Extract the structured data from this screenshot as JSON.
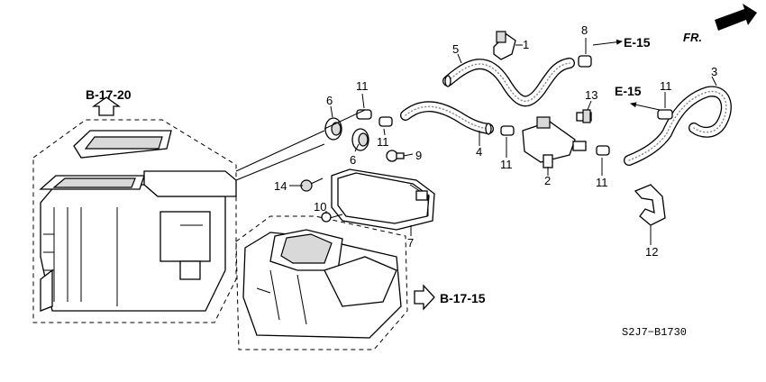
{
  "diagram": {
    "references": {
      "b1720": "B-17-20",
      "b1715": "B-17-15",
      "e15_top": "E-15",
      "e15_mid": "E-15"
    },
    "direction_label": "FR.",
    "code": "S2J7−B1730",
    "callouts": {
      "c1": "1",
      "c2": "2",
      "c3": "3",
      "c4": "4",
      "c5": "5",
      "c6a": "6",
      "c6b": "6",
      "c7": "7",
      "c8": "8",
      "c9": "9",
      "c10": "10",
      "c11a": "11",
      "c11b": "11",
      "c11c": "11",
      "c11d": "11",
      "c11e": "11",
      "c12": "12",
      "c13": "13",
      "c14": "14"
    }
  }
}
